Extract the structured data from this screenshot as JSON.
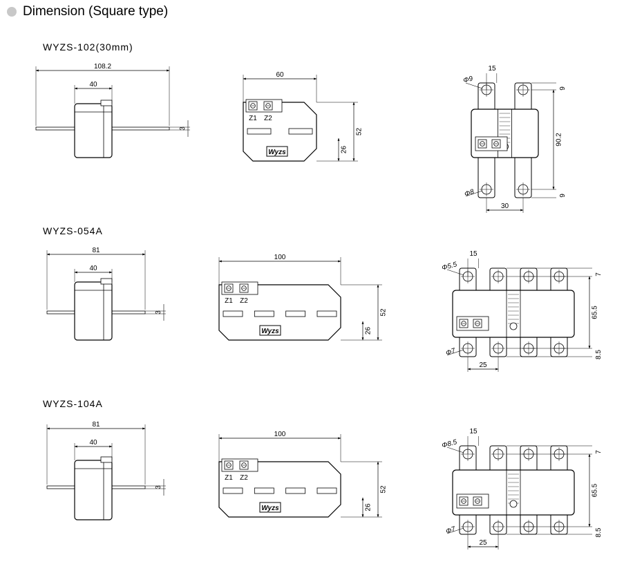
{
  "header": {
    "title": "Dimension (Square type)"
  },
  "models": [
    {
      "name": "WYZS-102(30mm)",
      "side": {
        "overall": "108.2",
        "body": "40",
        "thickness": "3"
      },
      "front": {
        "width": "60",
        "height": "52",
        "lower_height": "26",
        "terminals": 2,
        "slots": 2
      },
      "top": {
        "pitch": "15",
        "length": "90.2",
        "edge_top": "9",
        "edge_bottom": "9",
        "spacing": "30",
        "hole_top": "Φ9",
        "hole_bottom": "Φ8",
        "busbars": 2
      }
    },
    {
      "name": "WYZS-054A",
      "side": {
        "overall": "81",
        "body": "40",
        "thickness": "3"
      },
      "front": {
        "width": "100",
        "height": "52",
        "lower_height": "26",
        "terminals": 2,
        "slots": 4
      },
      "top": {
        "pitch": "15",
        "length": "65.5",
        "edge_top": "7",
        "edge_bottom": "8.5",
        "spacing": "25",
        "hole_top": "Φ5.5",
        "hole_bottom": "Φ7",
        "busbars": 4
      }
    },
    {
      "name": "WYZS-104A",
      "side": {
        "overall": "81",
        "body": "40",
        "thickness": "3"
      },
      "front": {
        "width": "100",
        "height": "52",
        "lower_height": "26",
        "terminals": 2,
        "slots": 4
      },
      "top": {
        "pitch": "15",
        "length": "65.5",
        "edge_top": "7",
        "edge_bottom": "8.5",
        "spacing": "25",
        "hole_top": "Φ8.5",
        "hole_bottom": "Φ7",
        "busbars": 4
      }
    }
  ],
  "terminal_marks": [
    "Z1",
    "Z2"
  ],
  "logo_text": "Wyzs",
  "colors": {
    "line": "#000000",
    "bullet": "#c8c8c8",
    "background": "#ffffff"
  }
}
